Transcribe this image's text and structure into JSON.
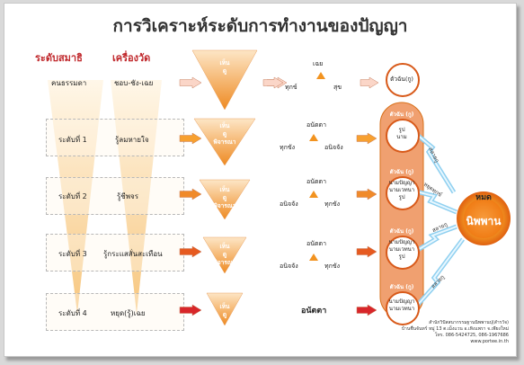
{
  "title": "การวิเคราะห์ระดับการทำงานของปัญญา",
  "headers": {
    "level": "ระดับสมาธิ",
    "tool": "เครื่องวัด"
  },
  "rows": [
    {
      "level": "คนธรรมดา",
      "tool": "ชอบ-ชัง-เฉย",
      "tri": "เห็น\nดู",
      "note_top": "เฉย",
      "note_left": "ทุกข์",
      "note_right": "สุข",
      "circle": "ตัวฉัน(กู)"
    },
    {
      "level": "ระดับที่ 1",
      "tool": "รู้ลมหายใจ",
      "tri": "เห็น\nดู\nพิจารณา",
      "note_top": "อนัตตา",
      "note_left": "ทุกขัง",
      "note_right": "อนิจจัง",
      "circle_top": "ตัวฉัน (กู)",
      "circle": "รูป\nนาม"
    },
    {
      "level": "ระดับที่ 2",
      "tool": "รู้ชีพจร",
      "tri": "เห็น\nดู\nพิจารณา",
      "note_top": "อนัตตา",
      "note_left": "อนิจจัง",
      "note_right": "ทุกขัง",
      "circle_top": "ตัวฉัน (กู)",
      "circle": "นามปัญญา\nนามเวทนา\nรูป"
    },
    {
      "level": "ระดับที่ 3",
      "tool": "รู้กระแสสั่นสะเทือน",
      "tri": "เห็น\nดู\nพิจารณา",
      "note_top": "อนัตตา",
      "note_left": "อนิจจัง",
      "note_right": "ทุกขัง",
      "circle_top": "ตัวฉัน (กู)",
      "circle": "นามปัญญา\nนามเวทนา\nรูป"
    },
    {
      "level": "ระดับที่ 4",
      "tool": "หยุด(รู้)เฉย",
      "tri": "เห็น\nดู",
      "note_main": "อนัตตา",
      "circle_top": "ตัวฉัน (กู)",
      "circle": "นามปัญญา\nนามเวทนา"
    }
  ],
  "sun": {
    "top": "หมด",
    "main": "นิพพาน"
  },
  "bolts": [
    "สลายกู",
    "หยุดทุกข์",
    "สลายกู",
    "สลายกู"
  ],
  "footer": [
    "สำนักวิปัสสนากรรมฐานนิพพานปุ(สำรวัจ)",
    "บ้านชื่นจันทร์ หมู่ 13 ต.เม็งแวน อ.เทิงแพรา จ.เพียงใหม่",
    "โทร. 086-5424725, 086-1967686",
    "www.portee.in.th"
  ],
  "colors": {
    "title": "#333333",
    "header": "#c0282c",
    "orange": "#f29320",
    "capsule": "#f0a070"
  }
}
